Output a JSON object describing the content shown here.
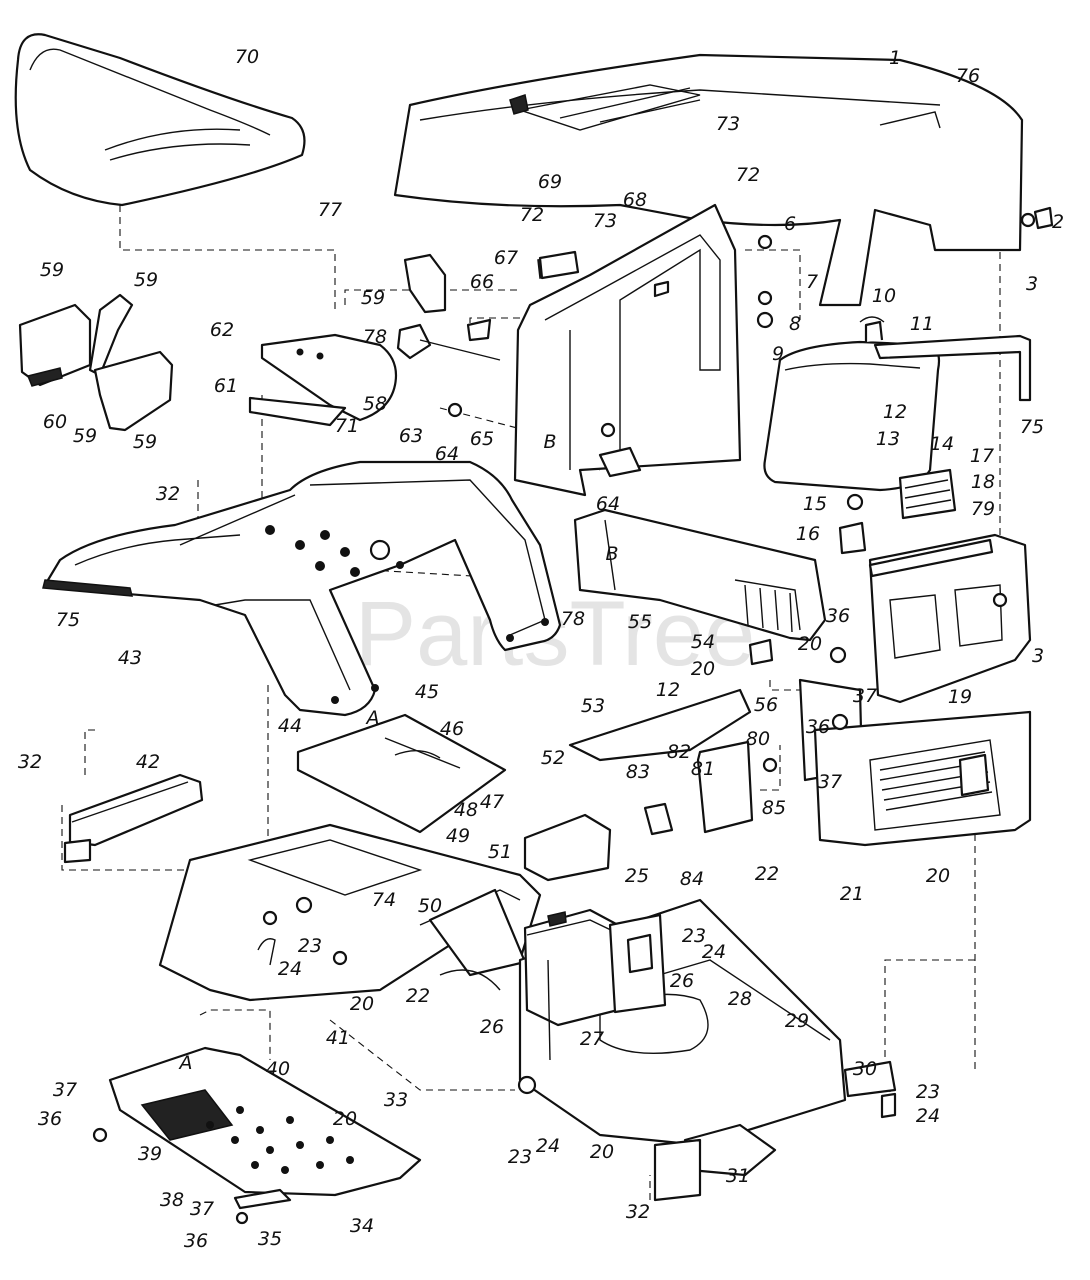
{
  "watermark": "PartsTree",
  "labels": {
    "l1": "1",
    "l2": "2",
    "l3a": "3",
    "l3b": "3",
    "l6": "6",
    "l7": "7",
    "l8": "8",
    "l9": "9",
    "l10": "10",
    "l11": "11",
    "l12a": "12",
    "l12b": "12",
    "l13": "13",
    "l14": "14",
    "l15": "15",
    "l16": "16",
    "l17": "17",
    "l18": "18",
    "l19": "19",
    "l20a": "20",
    "l20b": "20",
    "l20c": "20",
    "l20d": "20",
    "l20e": "20",
    "l20f": "20",
    "l21": "21",
    "l22a": "22",
    "l22b": "22",
    "l23a": "23",
    "l23b": "23",
    "l23c": "23",
    "l23d": "23",
    "l24a": "24",
    "l24b": "24",
    "l24c": "24",
    "l24d": "24",
    "l25": "25",
    "l26a": "26",
    "l26b": "26",
    "l27": "27",
    "l28": "28",
    "l29": "29",
    "l30": "30",
    "l31": "31",
    "l32a": "32",
    "l32b": "32",
    "l32c": "32",
    "l33": "33",
    "l34": "34",
    "l35": "35",
    "l36a": "36",
    "l36b": "36",
    "l36c": "36",
    "l36d": "36",
    "l37a": "37",
    "l37b": "37",
    "l37c": "37",
    "l37d": "37",
    "l38": "38",
    "l39": "39",
    "l40": "40",
    "l41": "41",
    "l42": "42",
    "l43": "43",
    "l44": "44",
    "l45": "45",
    "l46": "46",
    "l47": "47",
    "l48": "48",
    "l49": "49",
    "l50": "50",
    "l51": "51",
    "l52": "52",
    "l53": "53",
    "l54": "54",
    "l55": "55",
    "l56": "56",
    "l58": "58",
    "l59a": "59",
    "l59b": "59",
    "l59c": "59",
    "l59d": "59",
    "l59e": "59",
    "l60": "60",
    "l61": "61",
    "l62": "62",
    "l63": "63",
    "l64a": "64",
    "l64b": "64",
    "l65": "65",
    "l66": "66",
    "l67": "67",
    "l68": "68",
    "l69": "69",
    "l70": "70",
    "l71": "71",
    "l72a": "72",
    "l72b": "72",
    "l73a": "73",
    "l73b": "73",
    "l74": "74",
    "l75a": "75",
    "l75b": "75",
    "l76": "76",
    "l77": "77",
    "l78a": "78",
    "l78b": "78",
    "l79": "79",
    "l80": "80",
    "l81": "81",
    "l82": "82",
    "l83": "83",
    "l84": "84",
    "l85": "85",
    "refA1": "A",
    "refA2": "A",
    "refB1": "B",
    "refB2": "B"
  }
}
